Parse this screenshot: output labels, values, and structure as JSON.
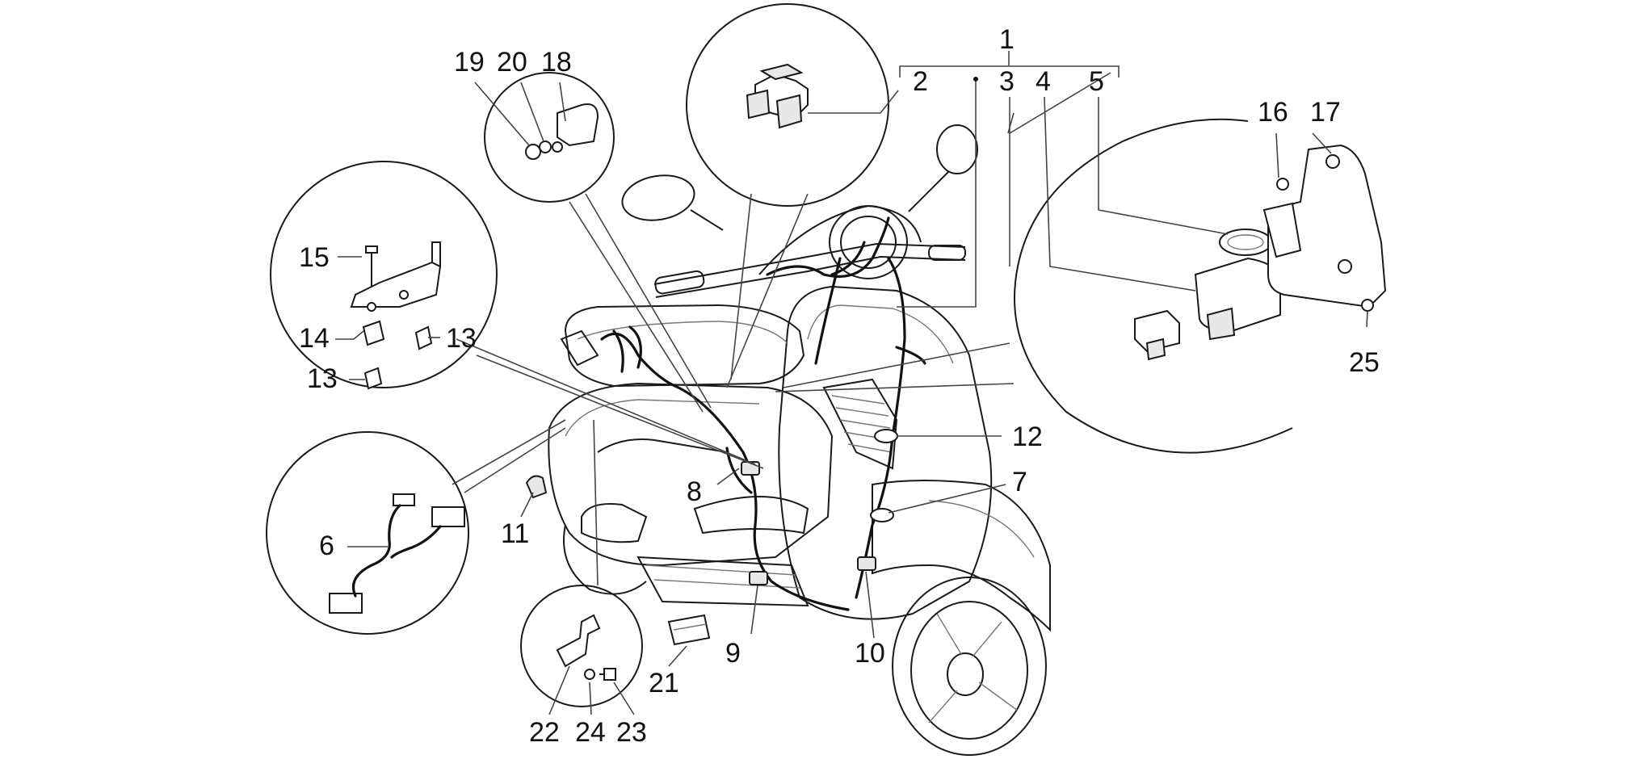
{
  "callouts": [
    {
      "id": "1",
      "text": "1"
    },
    {
      "id": "2",
      "text": "2"
    },
    {
      "id": "3",
      "text": "3"
    },
    {
      "id": "4",
      "text": "4"
    },
    {
      "id": "5",
      "text": "5"
    },
    {
      "id": "6",
      "text": "6"
    },
    {
      "id": "7",
      "text": "7"
    },
    {
      "id": "8",
      "text": "8"
    },
    {
      "id": "9",
      "text": "9"
    },
    {
      "id": "10",
      "text": "10"
    },
    {
      "id": "11",
      "text": "11"
    },
    {
      "id": "12",
      "text": "12"
    },
    {
      "id": "13a",
      "text": "13"
    },
    {
      "id": "13b",
      "text": "13"
    },
    {
      "id": "14",
      "text": "14"
    },
    {
      "id": "15",
      "text": "15"
    },
    {
      "id": "16",
      "text": "16"
    },
    {
      "id": "17",
      "text": "17"
    },
    {
      "id": "18",
      "text": "18"
    },
    {
      "id": "19",
      "text": "19"
    },
    {
      "id": "20",
      "text": "20"
    },
    {
      "id": "21",
      "text": "21"
    },
    {
      "id": "22",
      "text": "22"
    },
    {
      "id": "23",
      "text": "23"
    },
    {
      "id": "24",
      "text": "24"
    },
    {
      "id": "25",
      "text": "25"
    }
  ]
}
